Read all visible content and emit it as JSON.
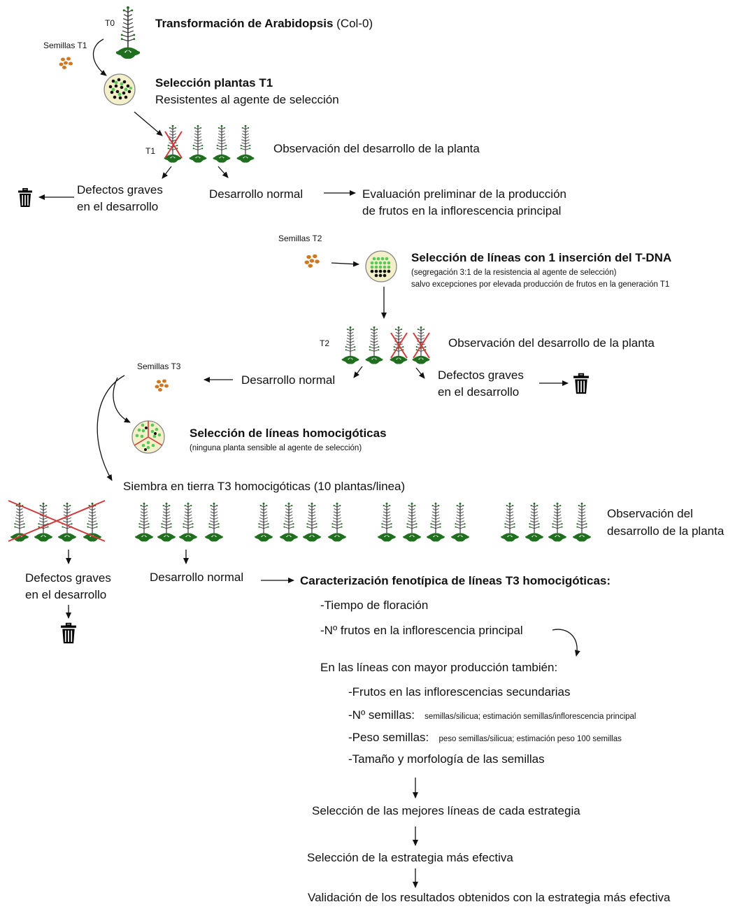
{
  "labels": {
    "t0": "T0",
    "semillas_t1": "Semillas T1",
    "t1": "T1",
    "semillas_t2": "Semillas T2",
    "t2": "T2",
    "semillas_t3": "Semillas T3"
  },
  "steps": {
    "transformacion_bold": "Transformación de Arabidopsis",
    "transformacion_rest": " (Col-0)",
    "seleccion_t1": "Selección plantas T1",
    "resistentes": "Resistentes al agente de selección",
    "obs_t1": "Observación del desarrollo de la planta",
    "defectos_t1_a": "Defectos graves",
    "defectos_t1_b": "en el desarrollo",
    "normal_t1": "Desarrollo normal",
    "evaluacion_a": "Evaluación preliminar de la producción",
    "evaluacion_b": "de frutos en la inflorescencia principal",
    "seleccion_lineas": "Selección de líneas con 1 inserción del T-DNA",
    "segregacion": "(segregación 3:1 de la resistencia al agente de selección)",
    "excepciones": "salvo excepciones por elevada producción de frutos en la generación T1",
    "obs_t2": "Observación del desarrollo de la planta",
    "normal_t2": "Desarrollo normal",
    "defectos_t2_a": "Defectos graves",
    "defectos_t2_b": "en el desarrollo",
    "homocigoticas": "Selección de líneas homocigóticas",
    "ninguna": "(ninguna planta sensible al agente de selección)",
    "siembra": "Siembra en tierra T3 homocigóticas (10 plantas/linea)",
    "obs_t3_a": "Observación del",
    "obs_t3_b": "desarrollo de la planta",
    "defectos_t3_a": "Defectos graves",
    "defectos_t3_b": "en el desarrollo",
    "normal_t3": "Desarrollo normal",
    "caracterizacion": "Caracterización fenotípica de líneas T3 homocigóticas:",
    "tiempo": "-Tiempo de floración",
    "n_frutos": "-Nº frutos en la inflorescencia principal",
    "mayor_produccion": "En las líneas con mayor producción también:",
    "frutos_secundarias": "-Frutos en las inflorescencias  secundarias",
    "n_semillas": "-Nº semillas:",
    "n_semillas_detail": "semillas/silicua; estimación semillas/inflorescencia principal",
    "peso_semillas": "-Peso semillas:",
    "peso_semillas_detail": "peso semillas/silicua; estimación peso 100 semillas",
    "tamano": "-Tamaño y morfología de las semillas",
    "mejores_lineas": "Selección de las mejores líneas de cada estrategia",
    "estrategia": "Selección de la estrategia más efectiva",
    "validacion": "Validación de los resultados obtenidos con la estrategia más efectiva"
  },
  "colors": {
    "leaf_green": "#1f6f1f",
    "stem": "#333333",
    "seed_orange": "#d0781f",
    "plate_fill": "#f3f0c9",
    "cross_red": "#d23b3b",
    "resistant_green": "#58c858"
  },
  "icons": {
    "plant": "arabidopsis-plant-icon",
    "seeds": "seeds-icon",
    "plate": "petri-plate-icon",
    "trash": "trash-can-icon"
  }
}
